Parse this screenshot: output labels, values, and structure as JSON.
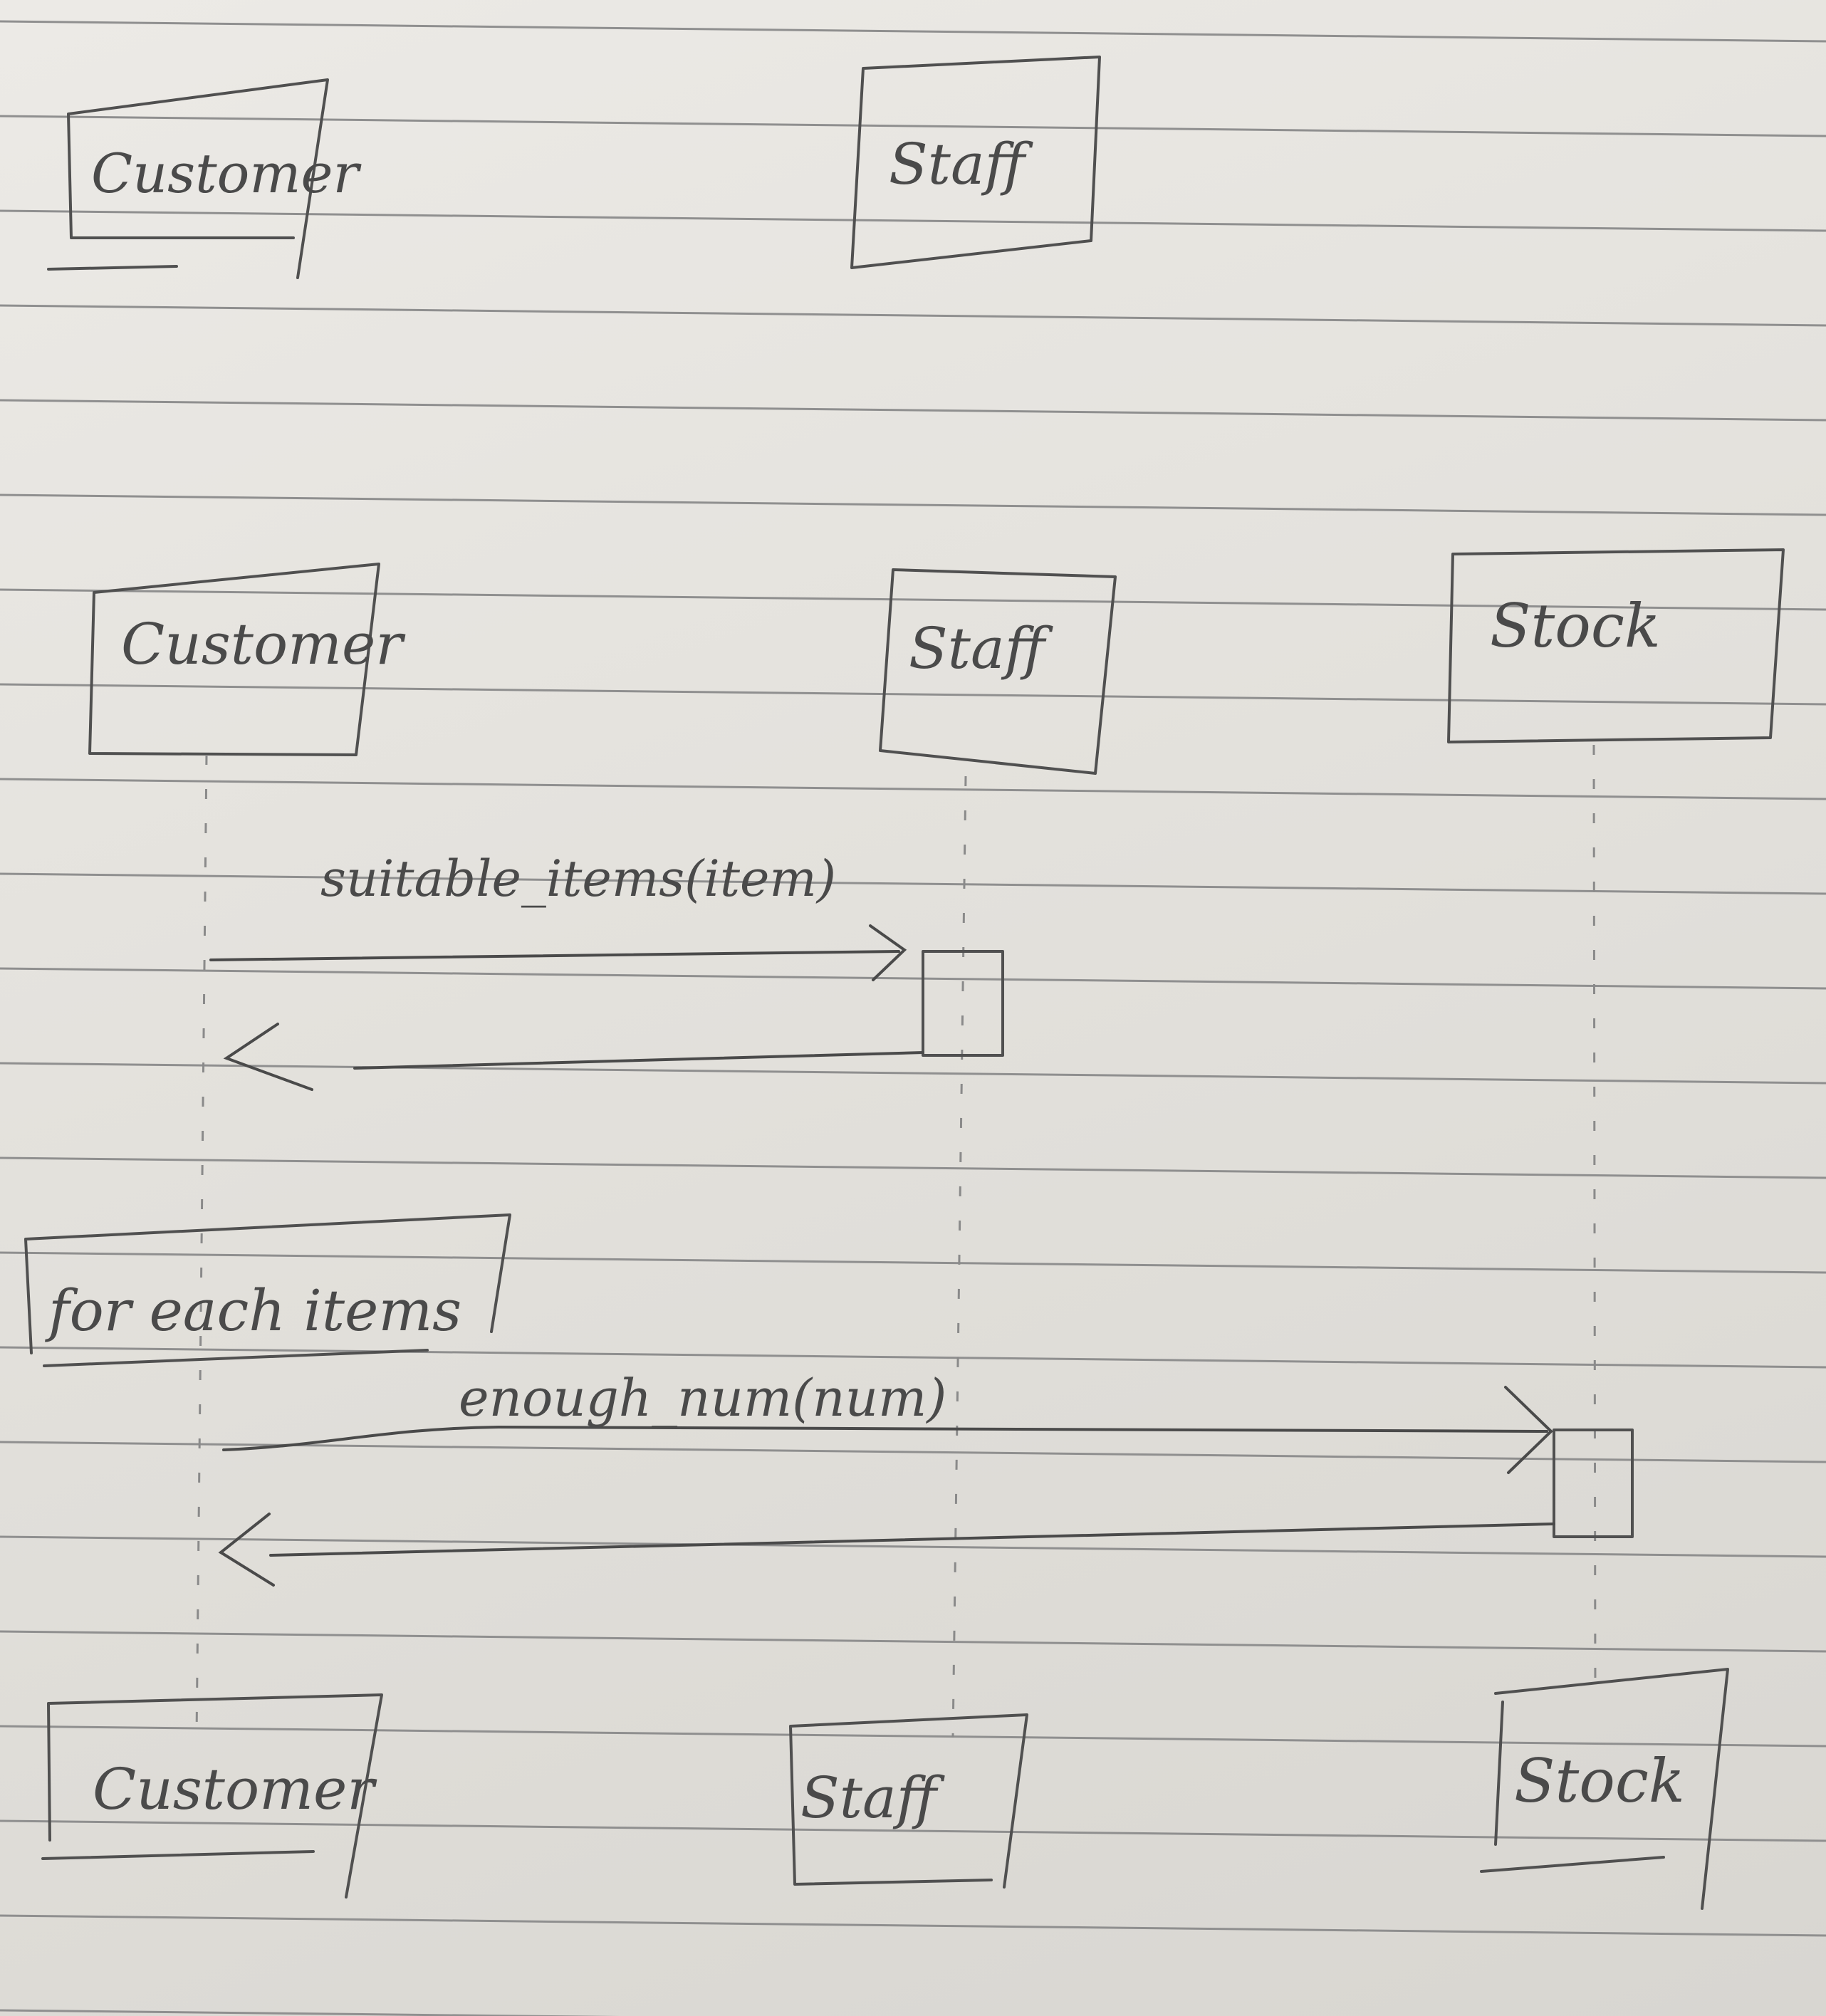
{
  "diagram": {
    "type": "sequence",
    "header_row": {
      "participants": [
        "Customer",
        "Staff"
      ]
    },
    "main": {
      "participants": [
        "Customer",
        "Staff",
        "Stock"
      ],
      "messages": [
        {
          "label": "suitable_items(item)",
          "from": "Customer",
          "to": "Staff"
        },
        {
          "label": "",
          "from": "Staff",
          "to": "Customer",
          "kind": "return"
        },
        {
          "label": "enough_num(num)",
          "from": "Customer",
          "to": "Stock"
        },
        {
          "label": "",
          "from": "Stock",
          "to": "Customer",
          "kind": "return"
        }
      ],
      "loop": {
        "label": "for each items"
      },
      "footer_participants": [
        "Customer",
        "Staff",
        "Stock"
      ]
    }
  },
  "colors": {
    "paper": "#e4e2dd",
    "rule_line": "#8f8f8f",
    "ink": "#4a4a4a"
  }
}
